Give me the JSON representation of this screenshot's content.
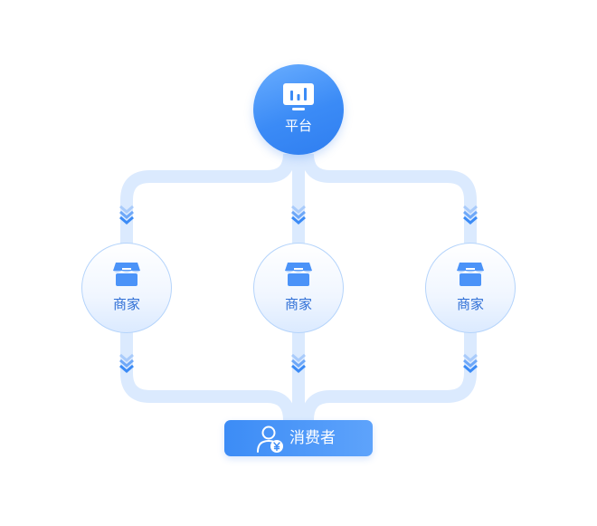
{
  "diagram": {
    "platform": {
      "label": "平台",
      "icon": "chart-monitor-icon"
    },
    "merchants": [
      {
        "label": "商家",
        "icon": "store-icon"
      },
      {
        "label": "商家",
        "icon": "store-icon"
      },
      {
        "label": "商家",
        "icon": "store-icon"
      }
    ],
    "consumer": {
      "label": "消费者",
      "icon": "user-yuan-icon"
    },
    "edges": [
      {
        "from": "platform",
        "to": "merchant-left"
      },
      {
        "from": "platform",
        "to": "merchant-center"
      },
      {
        "from": "platform",
        "to": "merchant-right"
      },
      {
        "from": "merchant-left",
        "to": "consumer"
      },
      {
        "from": "merchant-center",
        "to": "consumer"
      },
      {
        "from": "merchant-right",
        "to": "consumer"
      }
    ],
    "colors": {
      "primary": "#3b8bf6",
      "connector": "#dbeafe",
      "arrow": "#3b8bf6",
      "merchant_text": "#2f6fd6"
    }
  }
}
